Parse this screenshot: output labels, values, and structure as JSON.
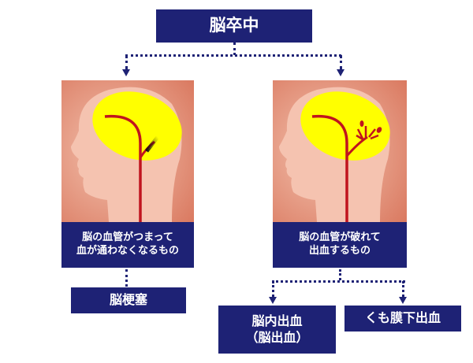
{
  "title": "脳卒中",
  "left": {
    "caption_line1": "脳の血管がつまって",
    "caption_line2": "血が通わなくなるもの",
    "result": "脳梗塞",
    "illustration": "head-blocked-vessel"
  },
  "right": {
    "caption_line1": "脳の血管が破れて",
    "caption_line2": "出血するもの",
    "results": [
      {
        "line1": "脳内出血",
        "line2": "（脳出血）"
      },
      {
        "line1": "くも膜下出血"
      }
    ],
    "illustration": "head-ruptured-vessel"
  },
  "colors": {
    "navy": "#1e2275",
    "yellow": "#ffff00",
    "vessel": "#c0141e",
    "skin": "#e9a488"
  }
}
